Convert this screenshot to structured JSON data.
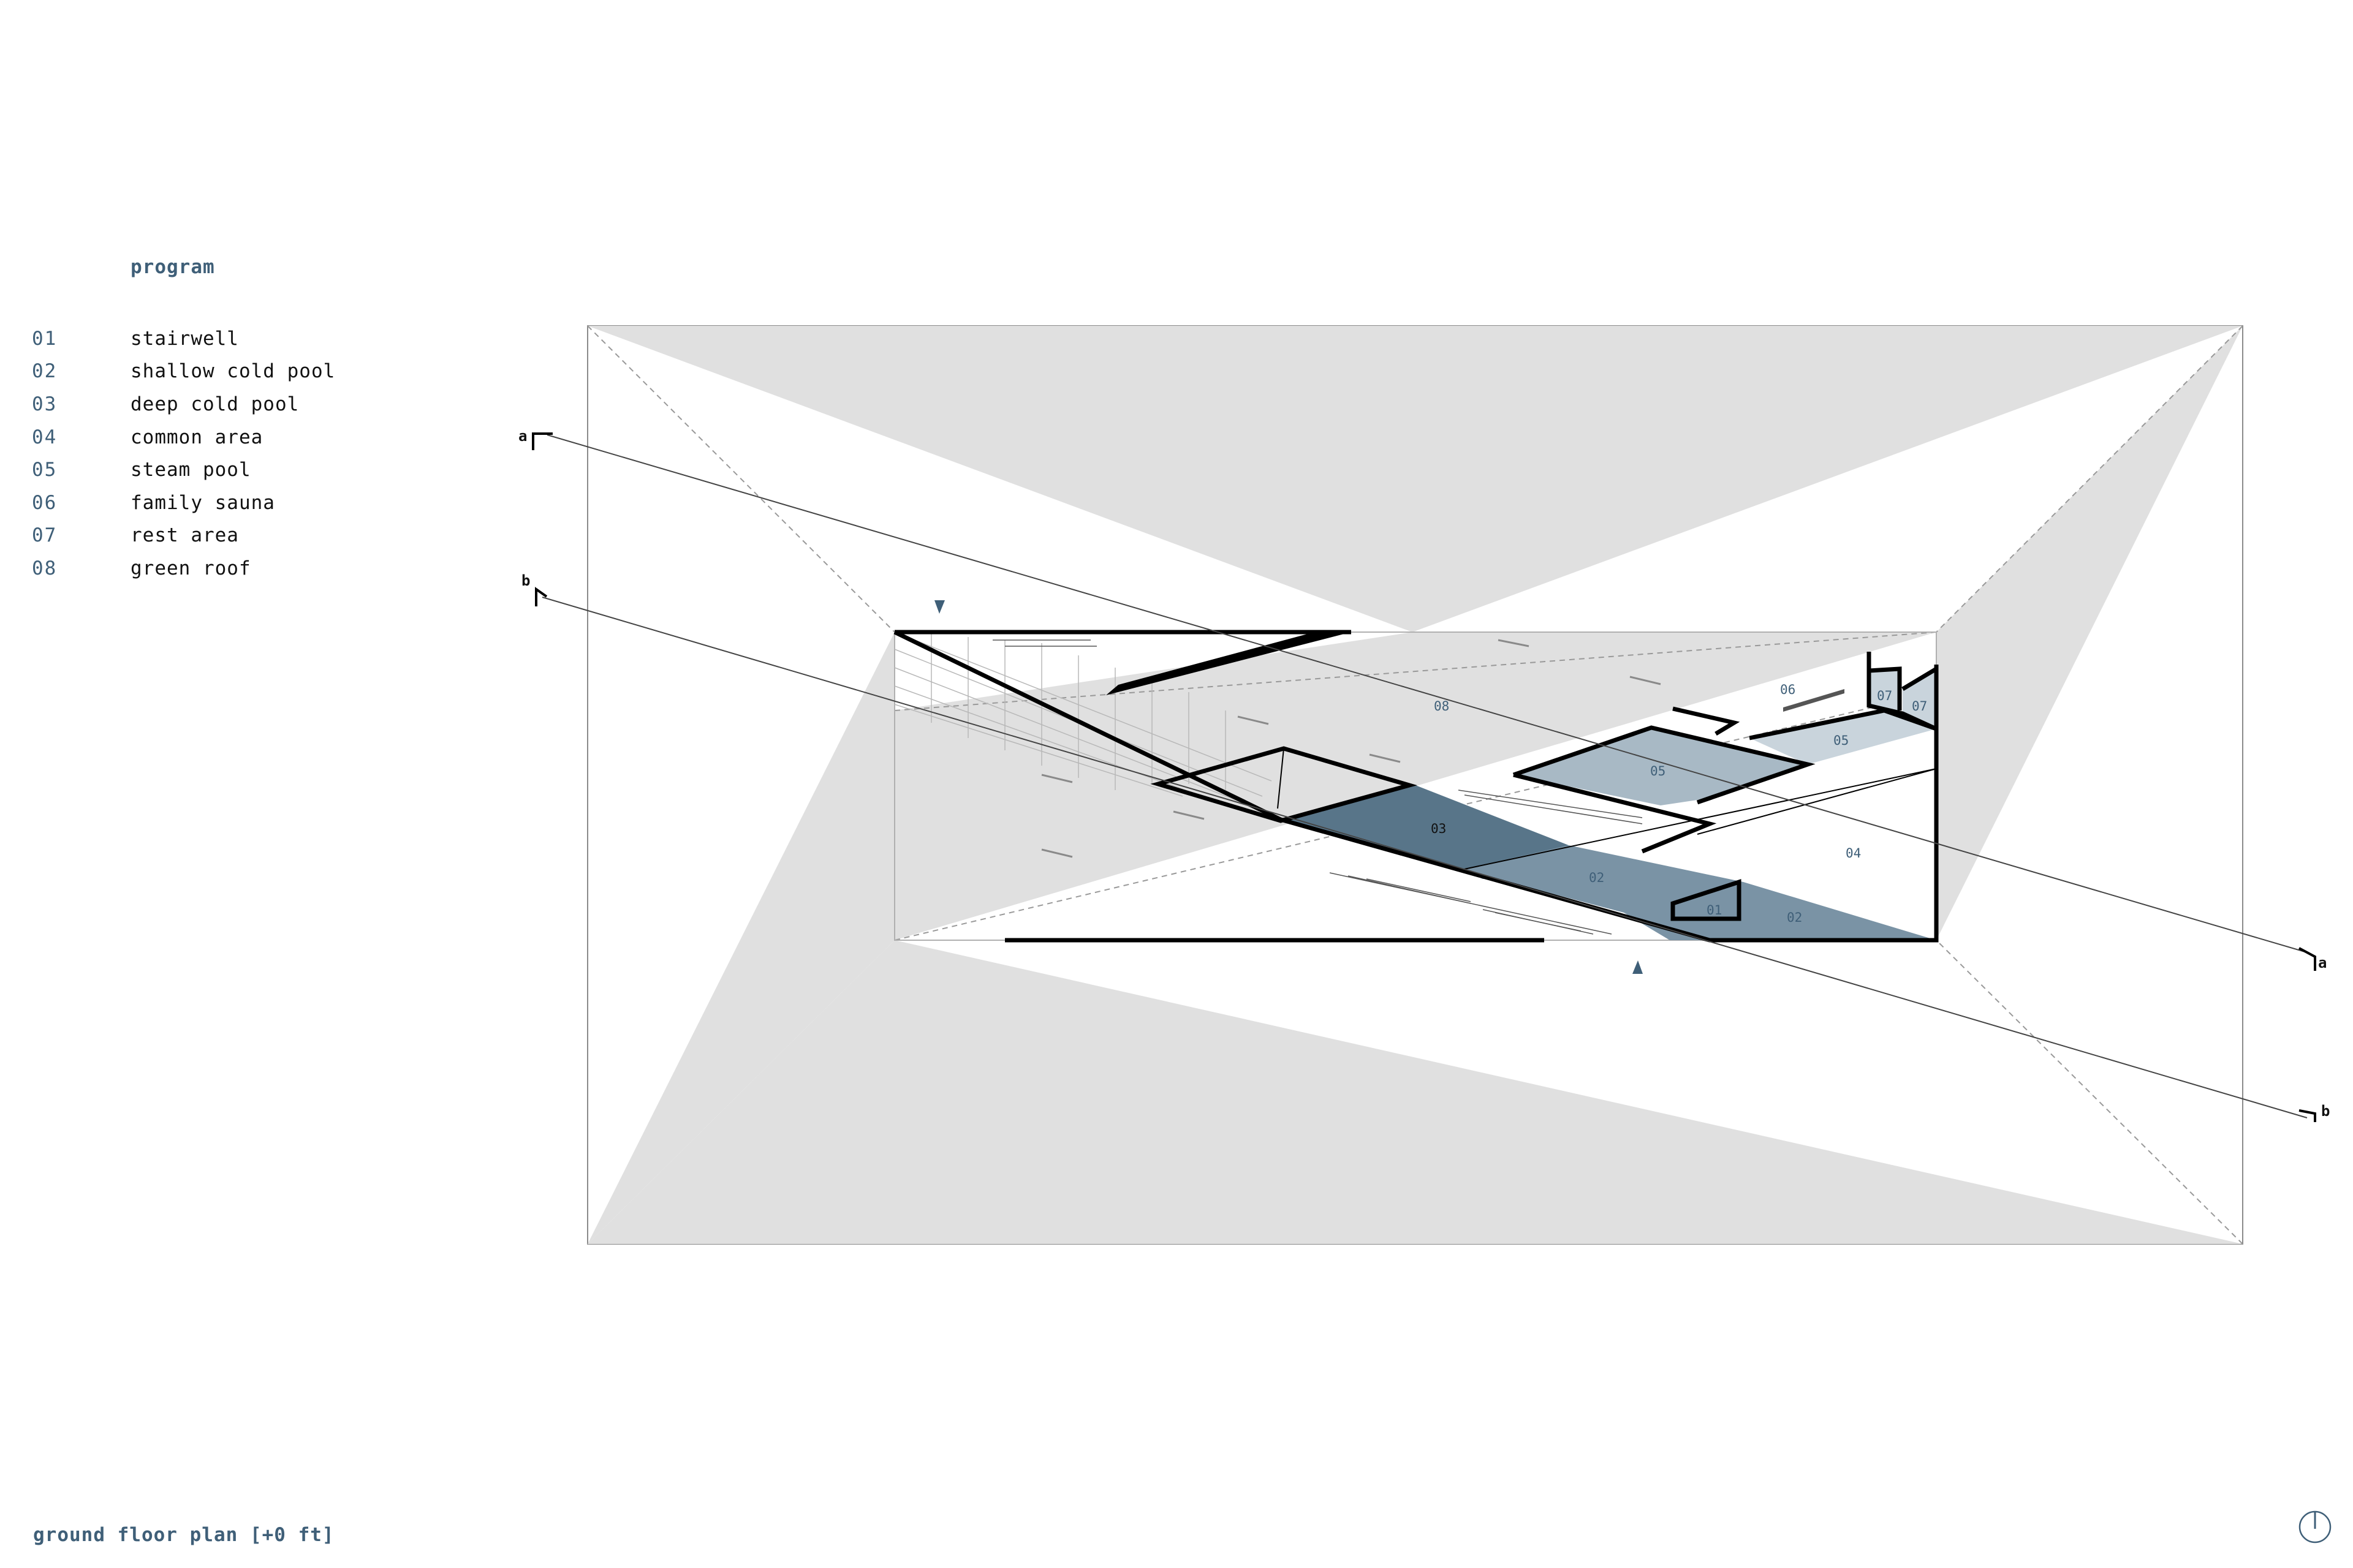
{
  "legend": {
    "title": "program",
    "items": [
      {
        "num": "01",
        "label": "stairwell"
      },
      {
        "num": "02",
        "label": "shallow cold pool"
      },
      {
        "num": "03",
        "label": "deep cold pool"
      },
      {
        "num": "04",
        "label": "common area"
      },
      {
        "num": "05",
        "label": "steam pool"
      },
      {
        "num": "06",
        "label": "family sauna"
      },
      {
        "num": "07",
        "label": "rest area"
      },
      {
        "num": "08",
        "label": "green roof"
      }
    ]
  },
  "plan_title": "ground floor plan [+0 ft]",
  "room_labels": {
    "r01": "01",
    "r02a": "02",
    "r02b": "02",
    "r03": "03",
    "r04": "04",
    "r05a": "05",
    "r05b": "05",
    "r06": "06",
    "r07a": "07",
    "r07b": "07",
    "r08": "08"
  },
  "section_cuts": {
    "a_left": "a",
    "a_right": "a",
    "b_left": "b",
    "b_right": "b"
  },
  "colors": {
    "accent": "#3f5f78",
    "roof_gray": "#e0e0e0",
    "deep_pool": "#587589",
    "shallow_pool": "#7a93a5",
    "steam_pool": "#a8b9c5",
    "light_pool": "#c9d4dc"
  },
  "icons": {
    "entry_marker": "triangle-icon",
    "north": "north-arrow-icon"
  }
}
